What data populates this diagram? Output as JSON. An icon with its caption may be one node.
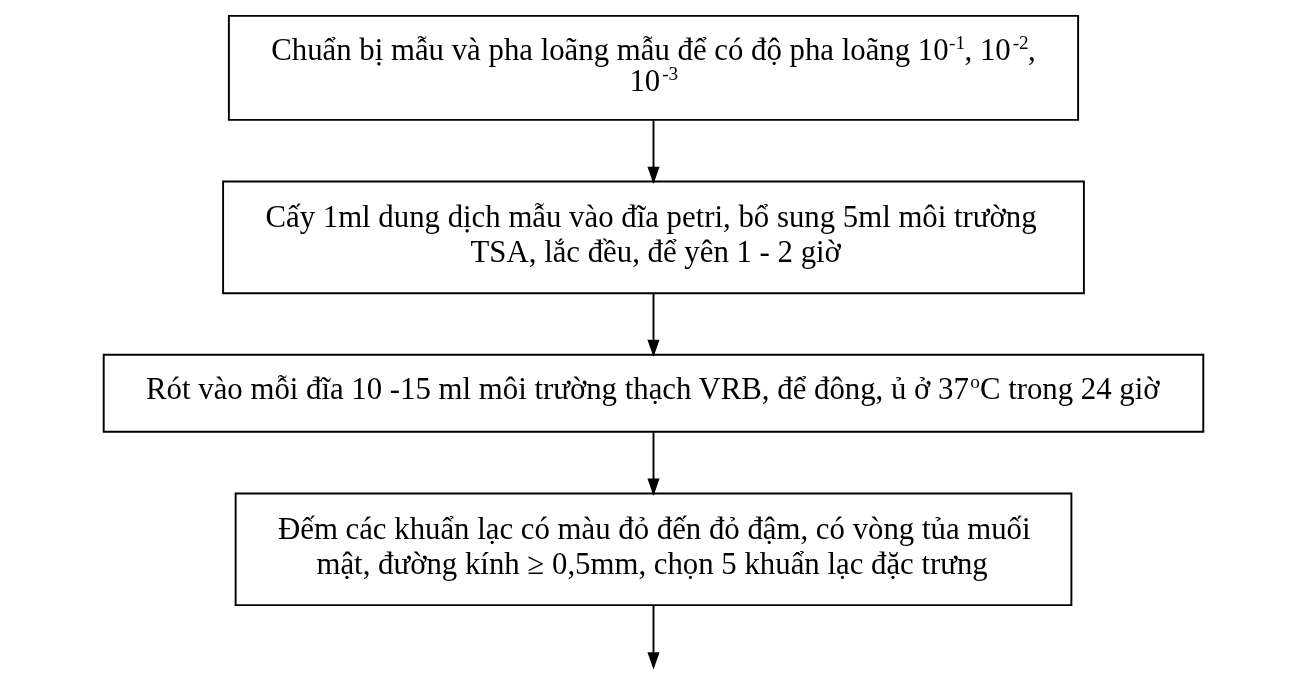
{
  "diagram": {
    "nodes": [
      {
        "text": [
          "Chuẩn bị mẫu và pha loãng mẫu để có độ pha loãng 10$^{-1}$, 10$^{-2}$, 10$^{-3}$"
        ]
      },
      {
        "text": [
          "Cấy 1ml dung dịch mẫu vào đĩa petri, bổ sung 5ml môi trường TSA, lắc đều, để yên 1 - 2 giờ"
        ]
      },
      {
        "text": [
          "Rót vào mỗi đĩa 10 -15 ml môi trường thạch VRB, để đông, ủ ở 37$^{o}$C trong 24 giờ"
        ]
      },
      {
        "text": [
          "Đếm các khuẩn lạc có màu đỏ đến đỏ đậm, có vòng tủa muối mật, đường kính ≥ 0,5mm, chọn 5 khuẩn lạc đặc trưng"
        ]
      }
    ],
    "edges": [
      {
        "from": 0,
        "to": 1,
        "arrow": "to"
      },
      {
        "from": 1,
        "to": 2,
        "arrow": "to"
      },
      {
        "from": 2,
        "to": 3,
        "arrow": "to"
      },
      {
        "from": 3,
        "to": null,
        "arrow": "to"
      }
    ]
  }
}
